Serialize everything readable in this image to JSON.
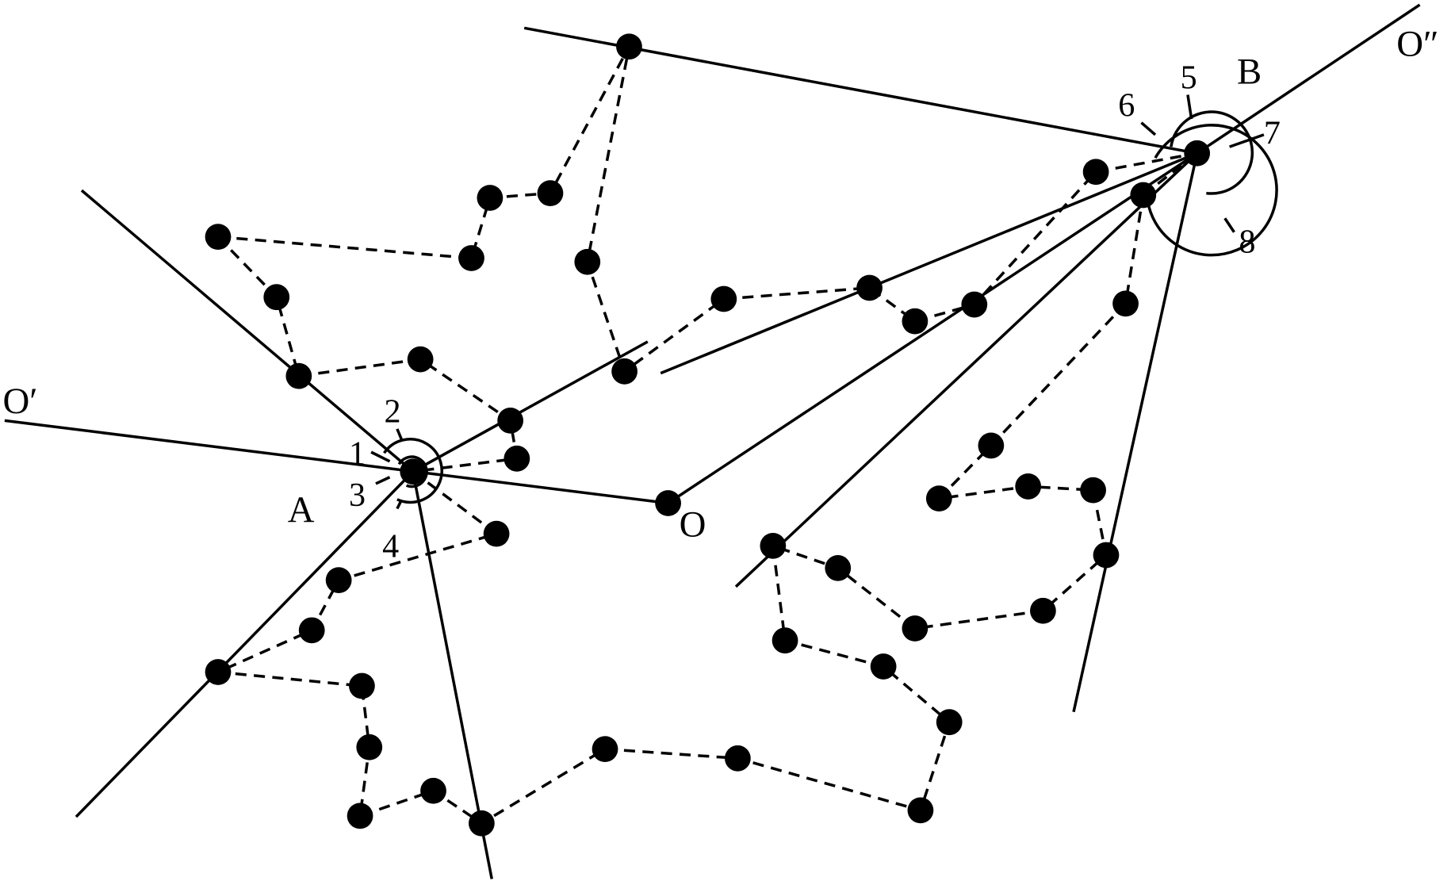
{
  "labels": {
    "o_prime": "O′",
    "o": "O",
    "o_double_prime": "O″",
    "a": "A",
    "b": "B",
    "angles": [
      "1",
      "2",
      "3",
      "4",
      "5",
      "6",
      "7",
      "8"
    ]
  },
  "colors": {
    "ink": "#000000",
    "background": "#ffffff"
  }
}
